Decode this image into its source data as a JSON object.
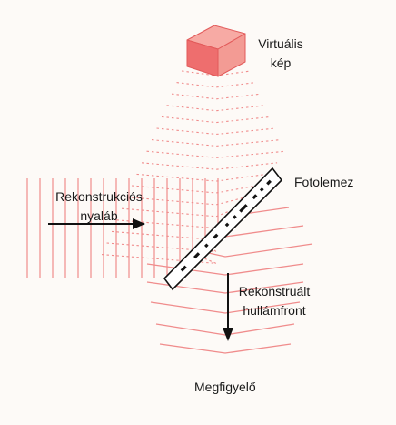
{
  "labels": {
    "virtual_image_line1": "Virtuális",
    "virtual_image_line2": "kép",
    "photoplate": "Fotolemez",
    "reconstruction_beam_line1": "Rekonstrukciós",
    "reconstruction_beam_line2": "nyaláb",
    "reconstructed_wavefront_line1": "Rekonstruált",
    "reconstructed_wavefront_line2": "hullámfront",
    "observer": "Megfigyelő"
  },
  "colors": {
    "wave": "#f08c8c",
    "cube_front": "#ee6e6e",
    "cube_top": "#f7aaa4",
    "cube_side": "#f39b94",
    "cube_edge": "#e25a5a",
    "plate_fill": "#ffffff",
    "plate_stroke": "#111111",
    "arrow": "#111111",
    "background": "#fdfaf7"
  },
  "icons": {
    "virtual_object": "cube-icon",
    "photoplate": "holographic-plate-icon",
    "beam_arrow": "arrow-right-icon",
    "wavefront_arrow": "arrow-down-icon"
  }
}
